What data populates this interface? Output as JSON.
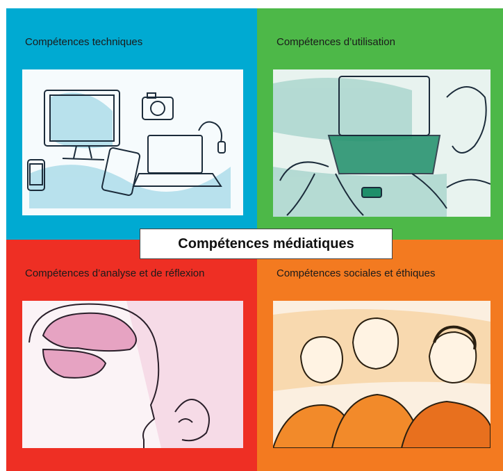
{
  "colors": {
    "technical": "#00aad2",
    "usage": "#4db848",
    "analysis": "#ee2f24",
    "social": "#f37a20"
  },
  "center_title": "Compétences médiatiques",
  "quadrants": [
    {
      "label": "Compétences techniques",
      "icon": "devices-drawing"
    },
    {
      "label": "Compétences d’utilisation",
      "icon": "laptop-typing-drawing"
    },
    {
      "label": "Compétences d’analyse et de réflexion",
      "icon": "brain-thinking-drawing"
    },
    {
      "label": "Compétences sociales et éthiques",
      "icon": "three-people-drawing"
    }
  ]
}
